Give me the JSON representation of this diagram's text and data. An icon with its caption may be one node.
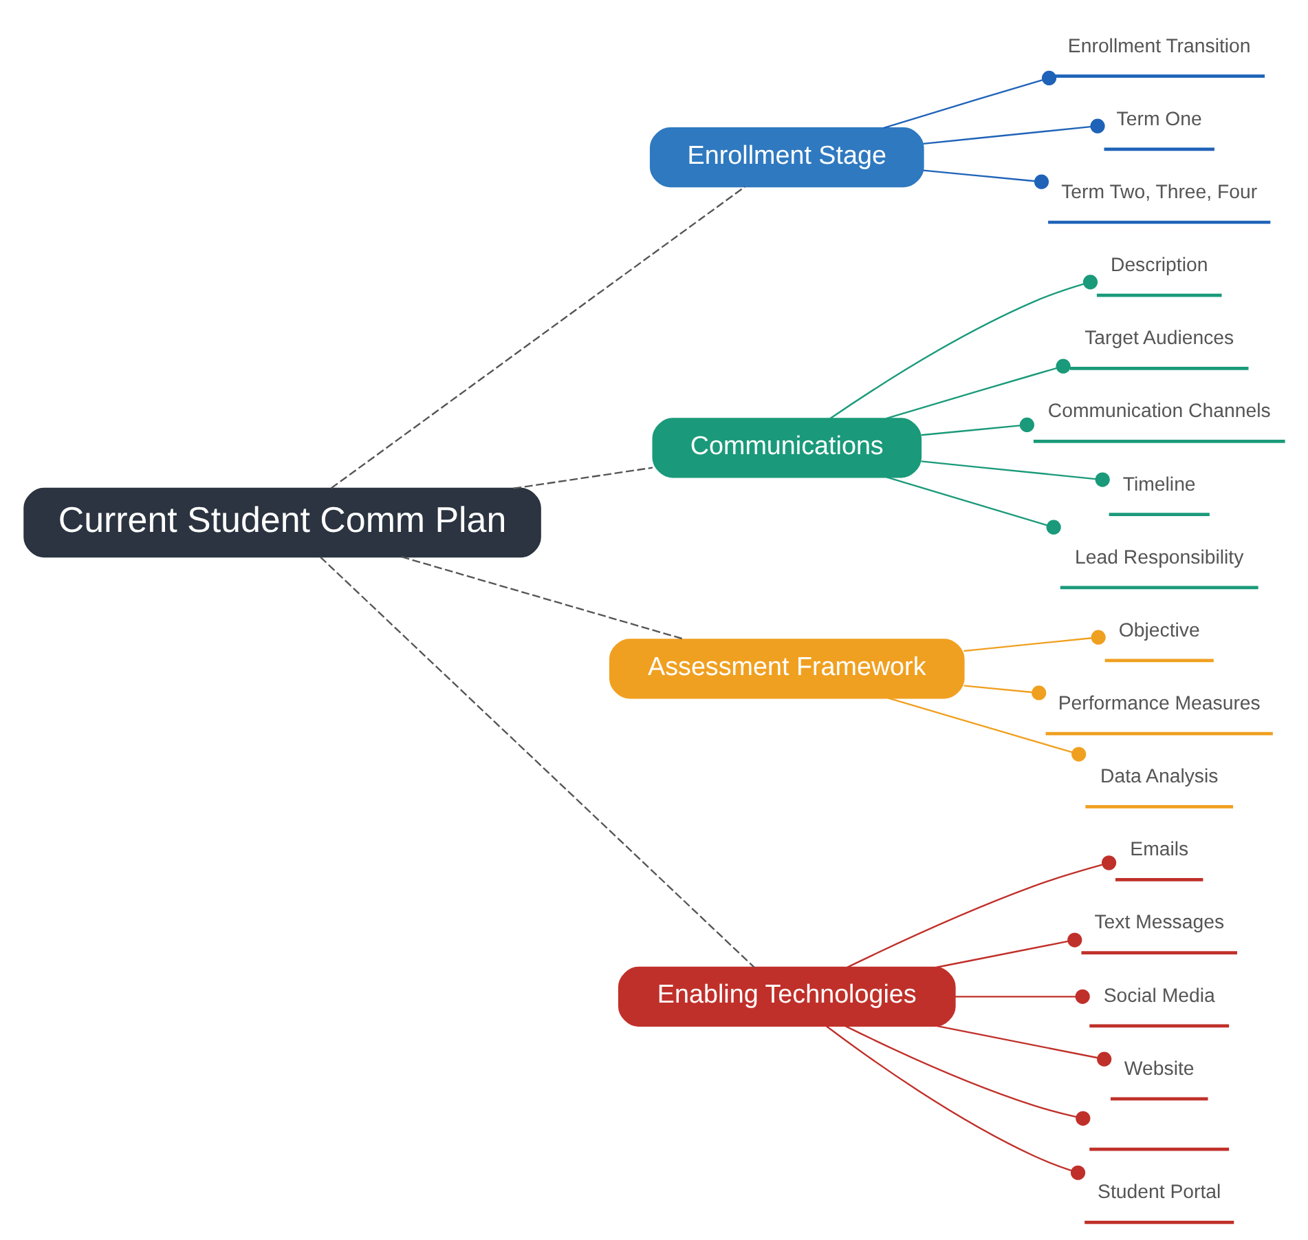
{
  "diagram": {
    "nodes": [
      {
        "text": [
          "Current Student Comm Plan"
        ]
      },
      {
        "text": [
          "Enrollment Stage"
        ]
      },
      {
        "text": [
          "Enrollment Transition"
        ]
      },
      {
        "text": [
          "Term One"
        ]
      },
      {
        "text": [
          "Term Two, Three, Four"
        ]
      },
      {
        "text": [
          "Communications"
        ]
      },
      {
        "text": [
          "Description"
        ]
      },
      {
        "text": [
          "Target Audiences"
        ]
      },
      {
        "text": [
          "Communication Channels"
        ]
      },
      {
        "text": [
          "Timeline"
        ]
      },
      {
        "text": [
          "Lead Responsibility"
        ]
      },
      {
        "text": [
          "Assessment Framework"
        ]
      },
      {
        "text": [
          "Objective"
        ]
      },
      {
        "text": [
          "Performance Measures"
        ]
      },
      {
        "text": [
          "Data Analysis"
        ]
      },
      {
        "text": [
          "Enabling Technologies"
        ]
      },
      {
        "text": [
          "Emails"
        ]
      },
      {
        "text": [
          "Text Messages"
        ]
      },
      {
        "text": [
          "Social Media"
        ]
      },
      {
        "text": [
          "Website"
        ]
      },
      {
        "text": [],
        "shape": "bar"
      },
      {
        "text": [
          "Student Portal"
        ]
      }
    ],
    "edges": [
      {
        "from": 0,
        "to": 1,
        "arrow": "none",
        "style": "dashed",
        "color": "#555555"
      },
      {
        "from": 0,
        "to": 5,
        "arrow": "none",
        "style": "dashed",
        "color": "#555555"
      },
      {
        "from": 0,
        "to": 11,
        "arrow": "none",
        "style": "dashed",
        "color": "#555555"
      },
      {
        "from": 0,
        "to": 15,
        "arrow": "none",
        "style": "dashed",
        "color": "#555555"
      },
      {
        "from": 1,
        "to": 2,
        "arrow": "other",
        "color": "#1f63b8"
      },
      {
        "from": 1,
        "to": 3,
        "arrow": "other",
        "color": "#1f63b8"
      },
      {
        "from": 1,
        "to": 4,
        "arrow": "other",
        "color": "#1f63b8"
      },
      {
        "from": 5,
        "to": 6,
        "arrow": "other",
        "color": "#1a9a7a"
      },
      {
        "from": 5,
        "to": 7,
        "arrow": "other",
        "color": "#1a9a7a"
      },
      {
        "from": 5,
        "to": 8,
        "arrow": "other",
        "color": "#1a9a7a"
      },
      {
        "from": 5,
        "to": 9,
        "arrow": "other",
        "color": "#1a9a7a"
      },
      {
        "from": 5,
        "to": 10,
        "arrow": "other",
        "color": "#1a9a7a"
      },
      {
        "from": 11,
        "to": 12,
        "arrow": "other",
        "color": "#f0a020"
      },
      {
        "from": 11,
        "to": 13,
        "arrow": "other",
        "color": "#f0a020"
      },
      {
        "from": 11,
        "to": 14,
        "arrow": "other",
        "color": "#f0a020"
      },
      {
        "from": 15,
        "to": 16,
        "arrow": "other",
        "color": "#c0302a"
      },
      {
        "from": 15,
        "to": 17,
        "arrow": "other",
        "color": "#c0302a"
      },
      {
        "from": 15,
        "to": 18,
        "arrow": "other",
        "color": "#c0302a"
      },
      {
        "from": 15,
        "to": 19,
        "arrow": "other",
        "color": "#c0302a"
      },
      {
        "from": 15,
        "to": 20,
        "arrow": "other",
        "color": "#c0302a"
      },
      {
        "from": 15,
        "to": 21,
        "arrow": "other",
        "color": "#c0302a"
      }
    ]
  }
}
